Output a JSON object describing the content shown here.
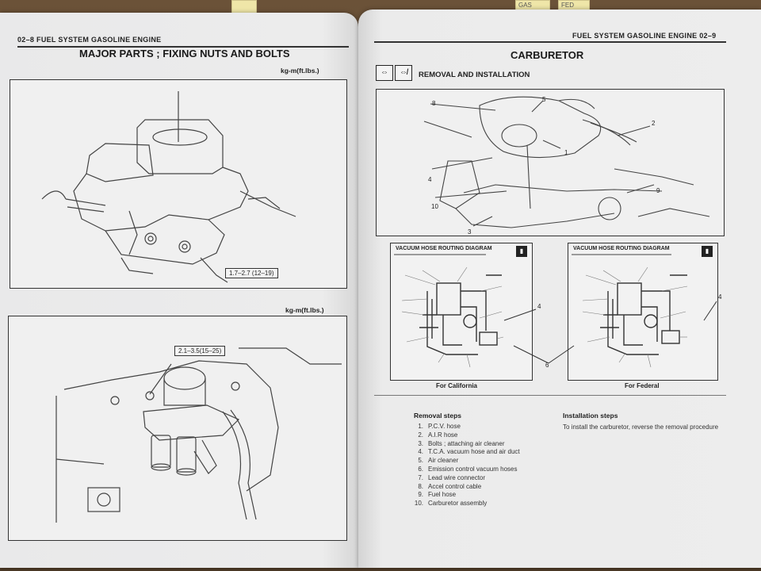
{
  "sticky_notes": [
    "GAS",
    "FED"
  ],
  "left_page": {
    "header": "02–8  FUEL SYSTEM GASOLINE ENGINE",
    "title": "MAJOR PARTS ; FIXING NUTS AND BOLTS",
    "unit_top": "kg-m(ft.lbs.)",
    "unit_bottom": "kg-m(ft.lbs.)",
    "torque_1": "1.7–2.7 (12–19)",
    "torque_2": "2.1–3.5(15–25)"
  },
  "right_page": {
    "header": "FUEL SYSTEM GASOLINE ENGINE  02–9",
    "title": "CARBURETOR",
    "subtitle": "REMOVAL AND INSTALLATION",
    "icons": [
      "remove-install-icon",
      "install-remove-icon"
    ],
    "callout_numbers": [
      "1",
      "2",
      "3",
      "4",
      "5",
      "8",
      "9",
      "10"
    ],
    "vacuum_diagram_title": "VACUUM HOSE ROUTING DIAGRAM",
    "vacuum_diagram_title_2": "VACUUM  HOSE ROUTING DIAGRAM",
    "diagram_label_4": "4",
    "diagram_label_6": "6",
    "caption_california": "For California",
    "caption_federal": "For Federal",
    "removal_heading": "Removal steps",
    "removal_steps": [
      {
        "n": "1.",
        "text": "P.C.V. hose"
      },
      {
        "n": "2.",
        "text": "A.I.R hose"
      },
      {
        "n": "3.",
        "text": "Bolts ; attaching air cleaner"
      },
      {
        "n": "4.",
        "text": "T.C.A. vacuum hose and air duct"
      },
      {
        "n": "5.",
        "text": "Air cleaner"
      },
      {
        "n": "6.",
        "text": "Emission control vacuum hoses"
      },
      {
        "n": "7.",
        "text": "Lead wire connector"
      },
      {
        "n": "8.",
        "text": "Accel control cable"
      },
      {
        "n": "9.",
        "text": "Fuel hose"
      },
      {
        "n": "10.",
        "text": "Carburetor assembly"
      }
    ],
    "installation_heading": "Installation steps",
    "installation_text": "To install the carburetor, reverse the removal procedure"
  }
}
